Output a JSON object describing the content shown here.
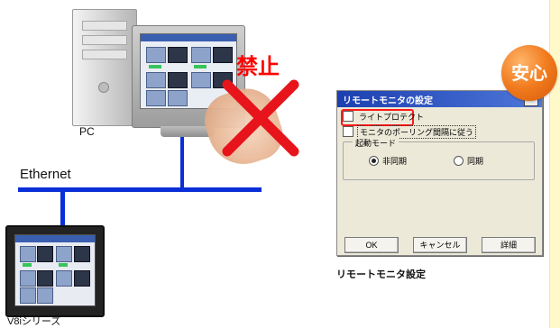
{
  "labels": {
    "pc": "PC",
    "ethernet": "Ethernet",
    "forbidden": "禁止",
    "safe_badge": "安心",
    "device": "V8iシリーズ",
    "caption": "リモートモニタ設定"
  },
  "dialog": {
    "title": "リモートモニタの設定",
    "close": "×",
    "write_protect": "ライトプロテクト",
    "polling_follow": "モニタのポーリング間隔に従う",
    "startup_mode": "起動モード",
    "radio_async": "非同期",
    "radio_sync": "同期",
    "ok": "OK",
    "cancel": "キャンセル",
    "details": "詳細"
  },
  "colors": {
    "forbidden_red": "#ff0000",
    "network_blue": "#0a2fd8",
    "badge_orange": "#f07a1d",
    "highlight_red": "#ff1a1a"
  }
}
